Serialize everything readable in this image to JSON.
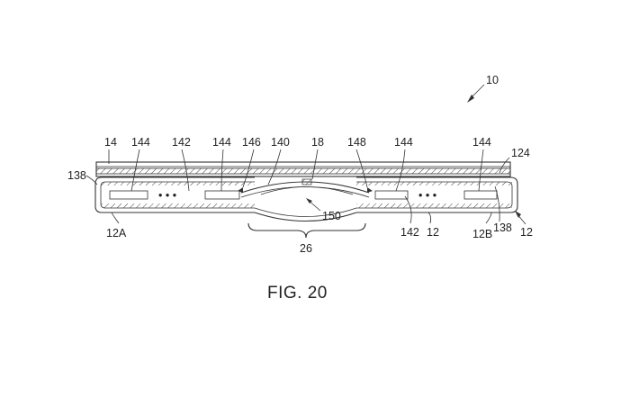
{
  "caption": "FIG. 20",
  "labels": {
    "ref_10": "10",
    "ref_14": "14",
    "ref_144_a": "144",
    "ref_142_top": "142",
    "ref_144_b": "144",
    "ref_146": "146",
    "ref_140": "140",
    "ref_18": "18",
    "ref_148": "148",
    "ref_144_c": "144",
    "ref_144_d": "144",
    "ref_124": "124",
    "ref_138_left": "138",
    "ref_12A": "12A",
    "ref_150": "150",
    "ref_26": "26",
    "ref_142_bottom": "142",
    "ref_12_mid": "12",
    "ref_12B": "12B",
    "ref_138_right": "138",
    "ref_12_right": "12"
  },
  "dots_left": "• • •",
  "dots_right": "• • •"
}
